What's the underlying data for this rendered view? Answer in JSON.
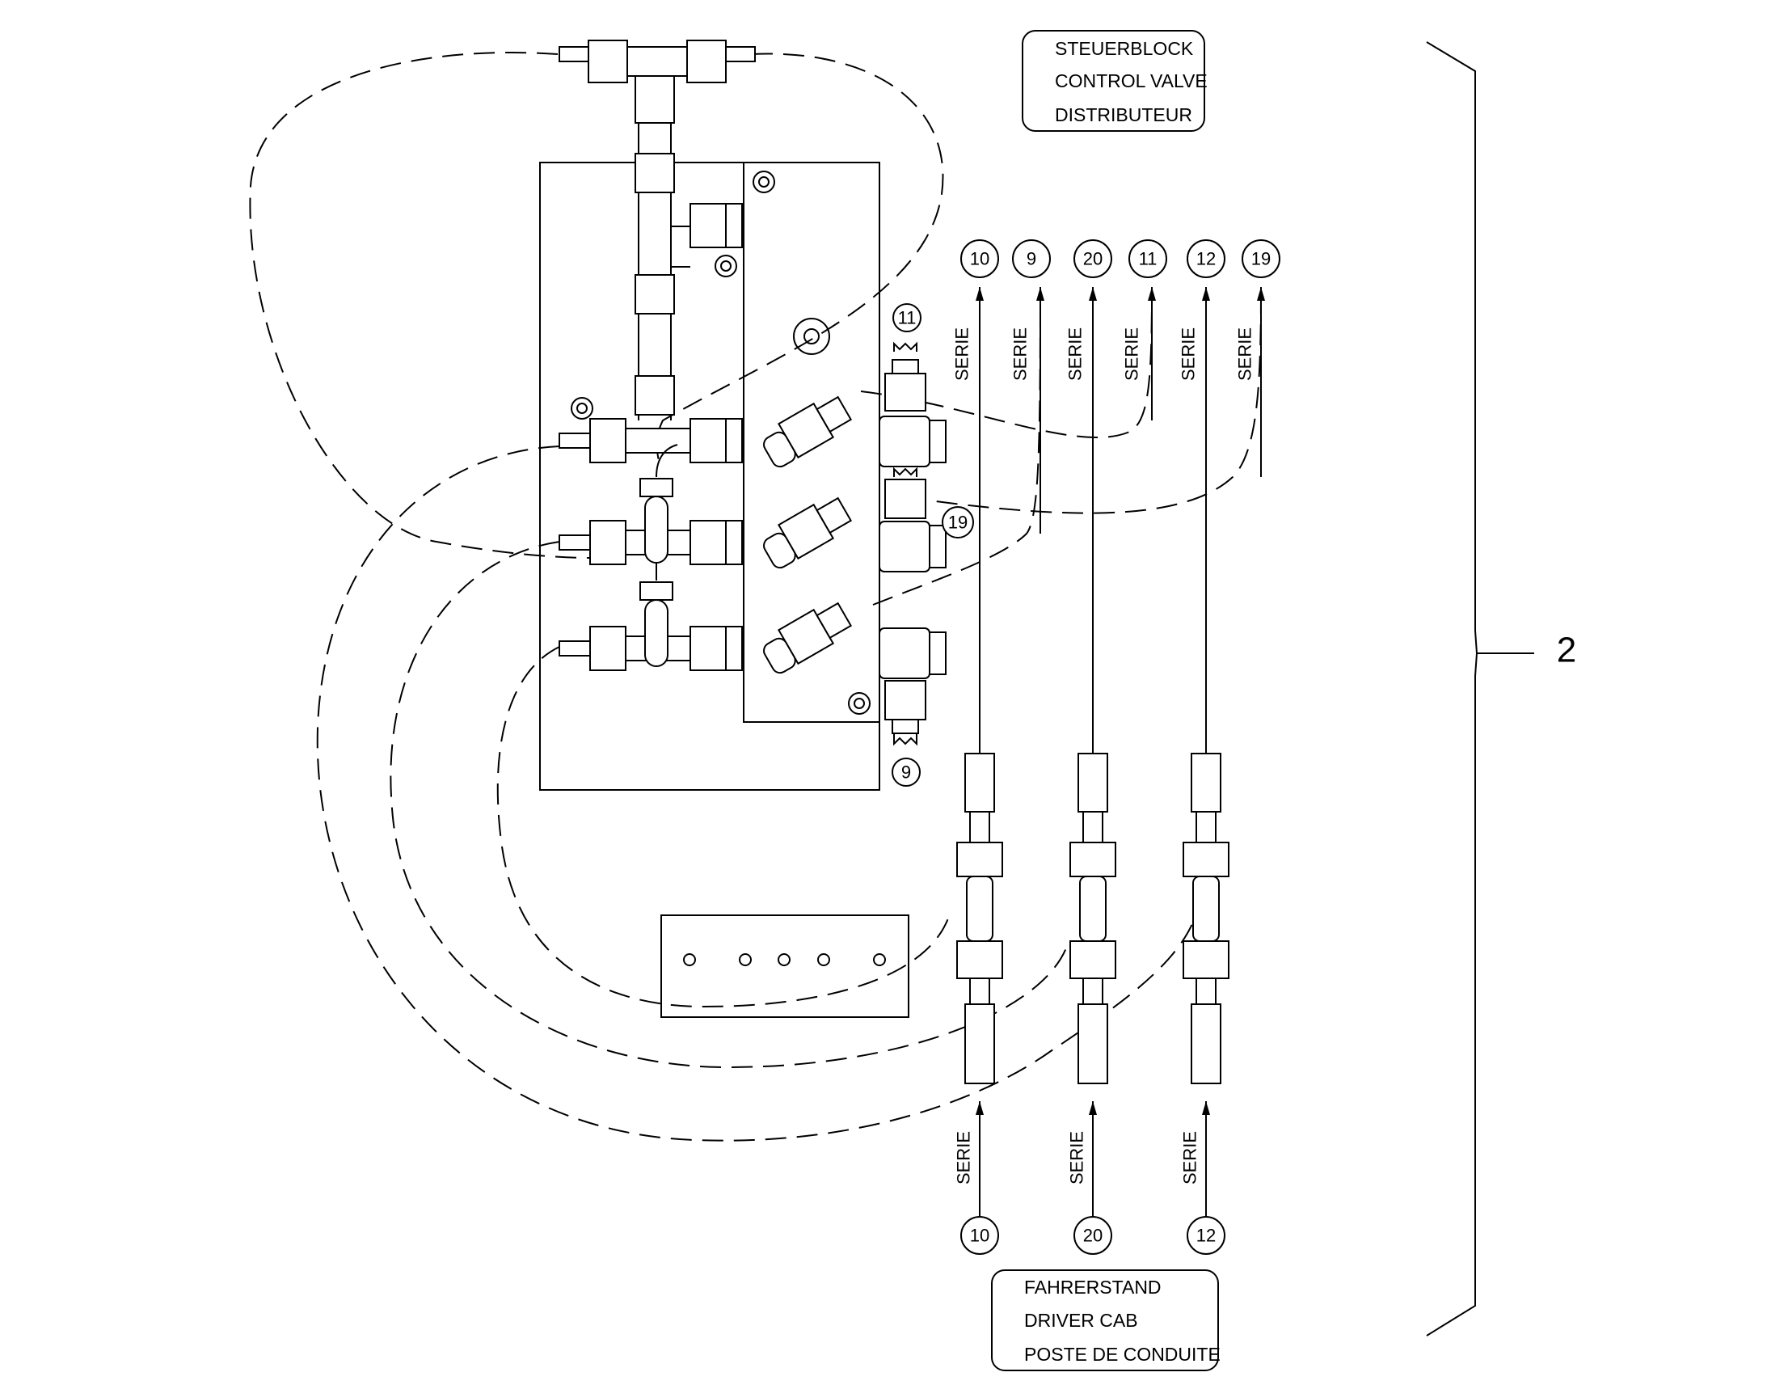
{
  "control_valve_box": {
    "line1": "STEUERBLOCK",
    "line2": "CONTROL VALVE",
    "line3": "DISTRIBUTEUR"
  },
  "driver_cab_box": {
    "line1": "FAHRERSTAND",
    "line2": "DRIVER CAB",
    "line3": "POSTE DE CONDUITE"
  },
  "assembly_number": "2",
  "top_callouts": [
    {
      "num": "10",
      "serie": "SERIE"
    },
    {
      "num": "9",
      "serie": "SERIE"
    },
    {
      "num": "20",
      "serie": "SERIE"
    },
    {
      "num": "11",
      "serie": "SERIE"
    },
    {
      "num": "12",
      "serie": "SERIE"
    },
    {
      "num": "19",
      "serie": "SERIE"
    }
  ],
  "bottom_callouts": [
    {
      "num": "10",
      "serie": "SERIE"
    },
    {
      "num": "20",
      "serie": "SERIE"
    },
    {
      "num": "12",
      "serie": "SERIE"
    }
  ],
  "port_labels": {
    "port_11": "11",
    "port_19": "19",
    "port_9": "9"
  }
}
